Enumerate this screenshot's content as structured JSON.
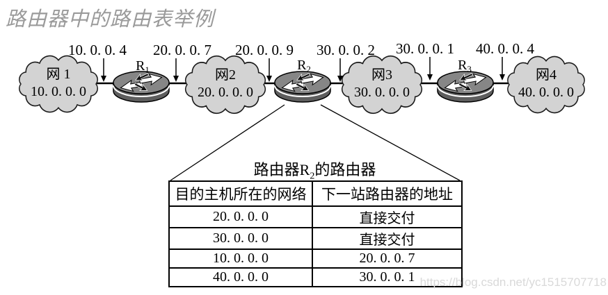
{
  "page_title": "路由器中的路由表举例",
  "watermark": "https://blog.csdn.net/yc1515707718",
  "diagram": {
    "networks": [
      {
        "name": "网 1",
        "address": "10. 0. 0. 0"
      },
      {
        "name": "网2",
        "address": "20. 0. 0. 0"
      },
      {
        "name": "网3",
        "address": "30. 0. 0. 0"
      },
      {
        "name": "网4",
        "address": "40. 0. 0. 0"
      }
    ],
    "routers": [
      {
        "label": "R",
        "sub": "1"
      },
      {
        "label": "R",
        "sub": "2"
      },
      {
        "label": "R",
        "sub": "3"
      }
    ],
    "interface_labels": [
      "10. 0. 0. 4",
      "20. 0. 0. 7",
      "20. 0. 0. 9",
      "30. 0. 0. 2",
      "30. 0. 0. 1",
      "40. 0. 0. 4"
    ]
  },
  "routing_table": {
    "title_prefix": "路由器R",
    "title_sub": "2",
    "title_suffix": "的路由器",
    "columns": [
      "目的主机所在的网络",
      "下一站路由器的地址"
    ],
    "rows": [
      [
        "20. 0. 0. 0",
        "直接交付"
      ],
      [
        "30. 0. 0. 0",
        "直接交付"
      ],
      [
        "10. 0. 0. 0",
        "20. 0. 0. 7"
      ],
      [
        "40. 0. 0. 0",
        "30. 0. 0. 1"
      ]
    ]
  },
  "colors": {
    "cloud_fill": "#d3d3d3",
    "router_top": "#868686",
    "router_side": "#5e5e5e",
    "title_gray": "#9a9a9a",
    "watermark_gray": "#d9d9d9",
    "line_black": "#000000"
  }
}
